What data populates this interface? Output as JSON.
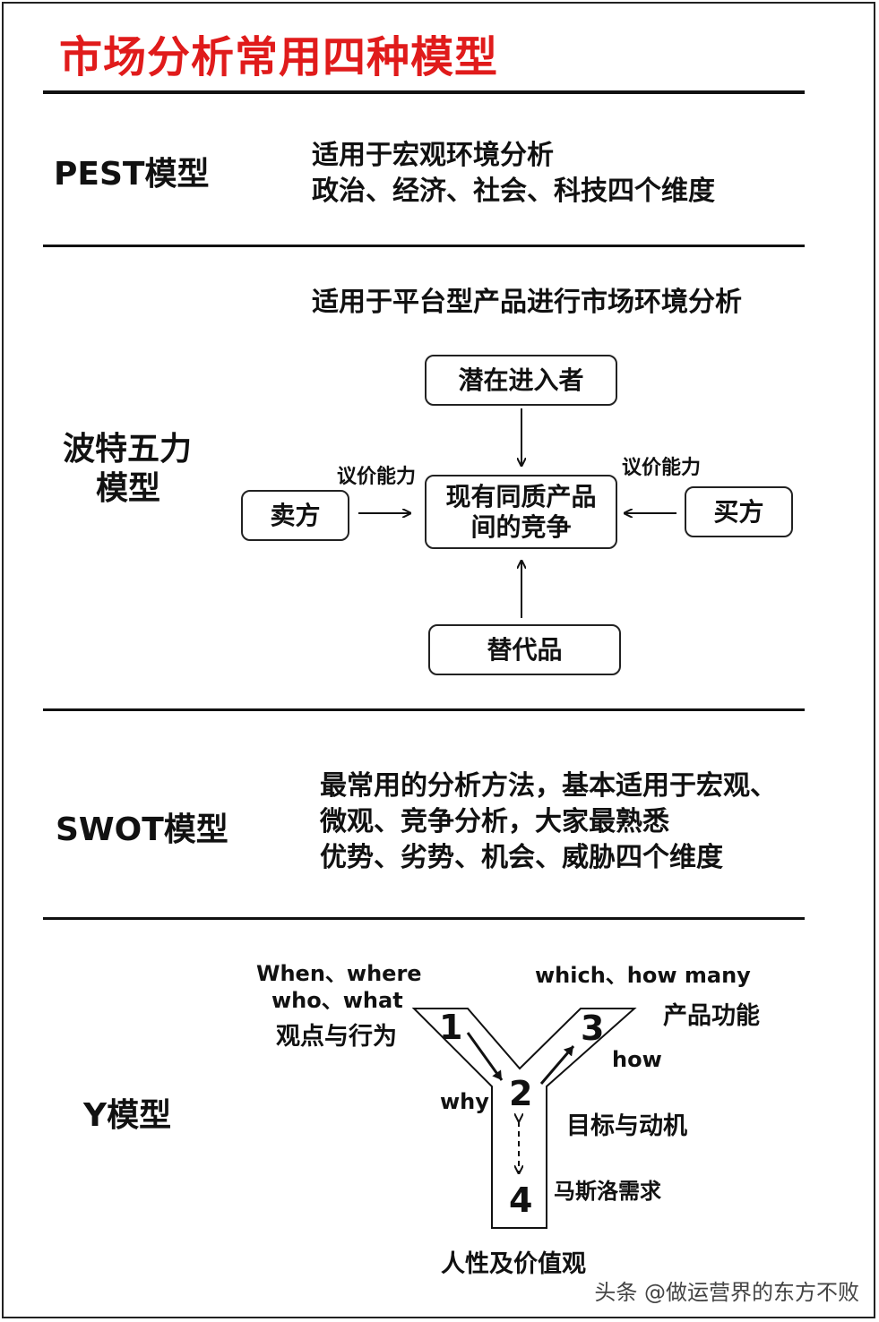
{
  "title": "市场分析常用四种模型",
  "pest": {
    "label": "PEST模型",
    "lines": [
      "适用于宏观环境分析",
      "政治、经济、社会、科技四个维度"
    ]
  },
  "porter": {
    "label_line1": "波特五力",
    "label_line2": "模型",
    "desc": "适用于平台型产品进行市场环境分析",
    "potential_entrants": "潜在进入者",
    "center_line1": "现有同质产品",
    "center_line2": "间的竞争",
    "seller": "卖方",
    "buyer": "买方",
    "substitutes": "替代品",
    "bargain_left": "议价能力",
    "bargain_right": "议价能力"
  },
  "swot": {
    "label": "SWOT模型",
    "lines": [
      "最常用的分析方法，基本适用于宏观、",
      "微观、竞争分析，大家最熟悉",
      "优势、劣势、机会、威胁四个维度"
    ]
  },
  "y_model": {
    "label": "Y模型",
    "when_where": "When、where",
    "who_what": "who、what",
    "views_behavior": "观点与行为",
    "which_howmany": "which、how many",
    "product_function": "产品功能",
    "how": "how",
    "why": "why",
    "goal_motive": "目标与动机",
    "maslow": "马斯洛需求",
    "human_values": "人性及价值观",
    "n1": "1",
    "n2": "2",
    "n3": "3",
    "n4": "4"
  },
  "watermark": "头条 @做运营界的东方不败"
}
